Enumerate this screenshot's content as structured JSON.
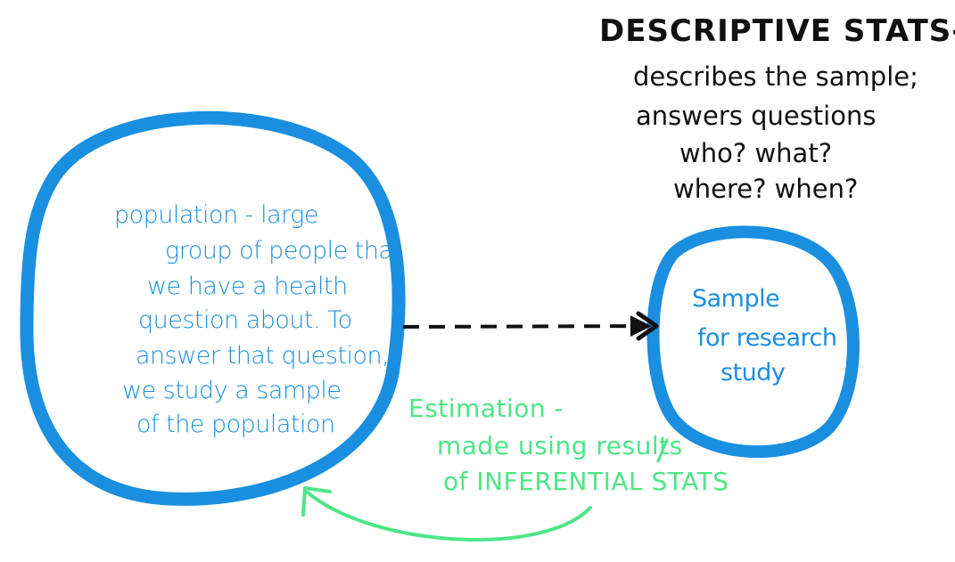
{
  "descriptive": {
    "lines": [
      "DESCRIPTIVE STATS-",
      "describes the sample;",
      "answers questions",
      "who? what?",
      "where? when?"
    ]
  },
  "population": {
    "lines": [
      "population - large",
      "group of people that",
      "we have a health",
      "question about. To",
      "answer that question,",
      "we study a sample",
      "of the population"
    ]
  },
  "sample": {
    "lines": [
      "Sample",
      "for research",
      "study"
    ]
  },
  "estimation": {
    "lines": [
      "Estimation -",
      "made using results",
      "of INFERENTIAL STATS"
    ]
  },
  "colors": {
    "population_circle": "#1a8fe0",
    "sample_circle": "#1a8fe0",
    "descriptive_text": "#111111",
    "estimation_text": "#4de686",
    "dashed_arrow": "#111111",
    "estimation_arrow": "#4de686"
  }
}
